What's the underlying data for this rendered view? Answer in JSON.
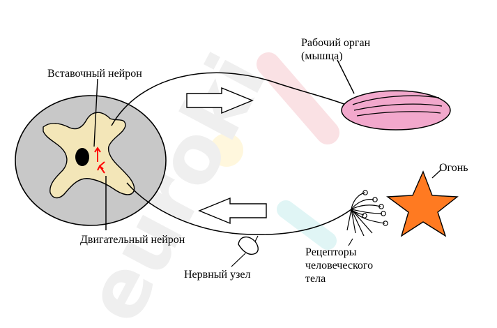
{
  "labels": {
    "interneuron": "Вставочный нейрон",
    "working_organ": [
      "Рабочий орган",
      "(мышца)"
    ],
    "fire": "Огонь",
    "motor_neuron": "Двигательный нейрон",
    "ganglion": "Нервный узел",
    "receptors": [
      "Рецепторы",
      "человеческого",
      "тела"
    ]
  },
  "watermark": "euroki",
  "colors": {
    "spinal_cord_fill": "#c8c8c8",
    "gray_matter_fill": "#f3e6b8",
    "muscle_fill": "#f2a8cc",
    "fire_fill": "#ff7a21",
    "impulse_arrow": "#ff0000"
  }
}
